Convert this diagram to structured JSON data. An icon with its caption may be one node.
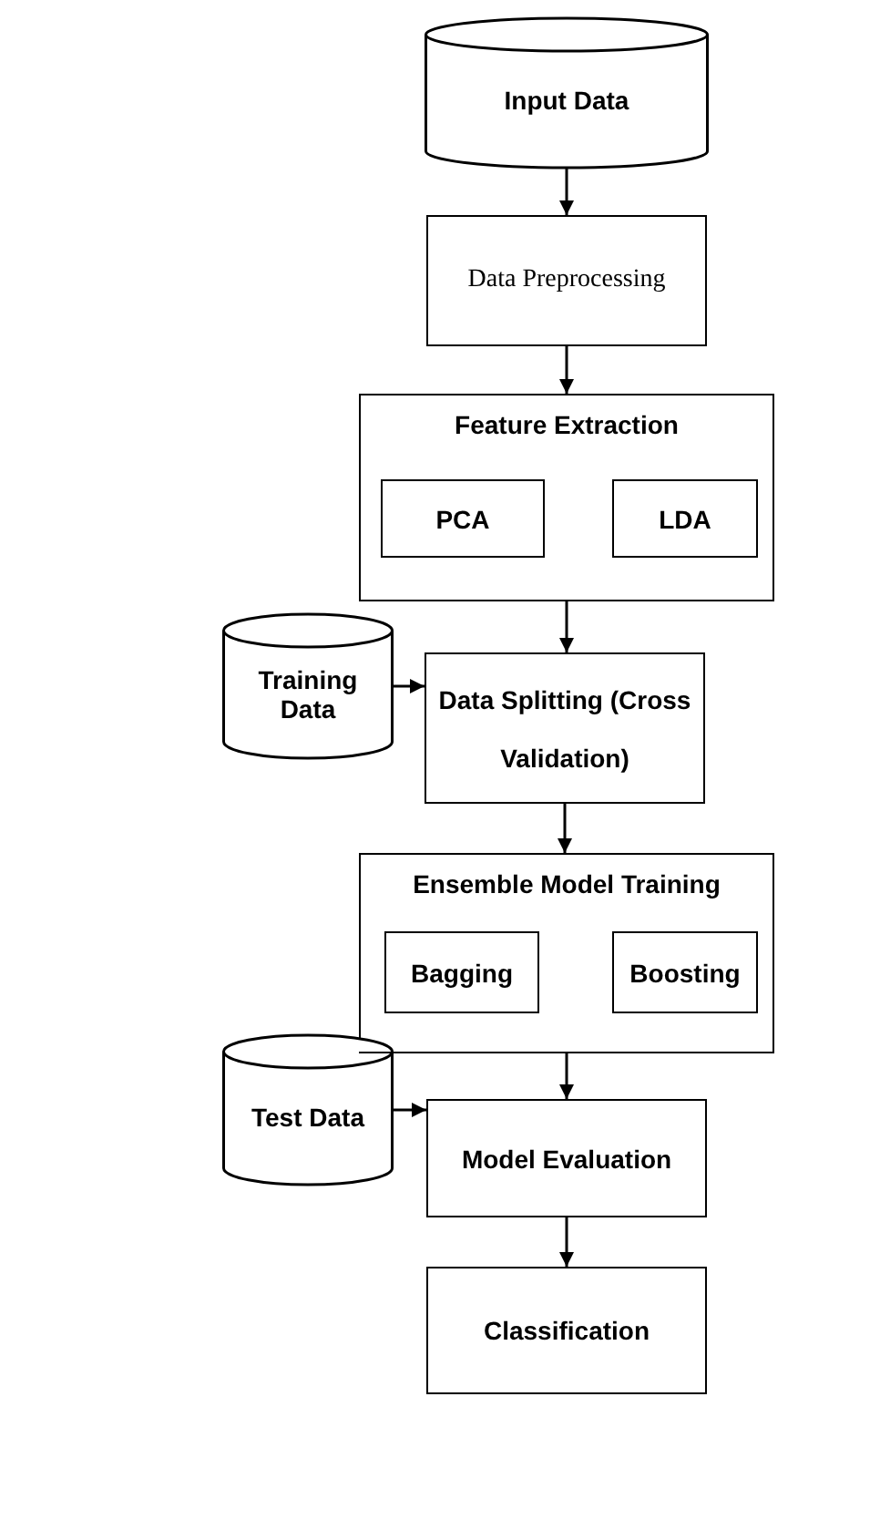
{
  "diagram": {
    "nodes": [
      {
        "text": [
          "Input Data"
        ]
      },
      {
        "text": [
          "Data Preprocessing"
        ]
      },
      {
        "text": [
          "Feature Extraction"
        ]
      },
      {
        "text": [
          "PCA"
        ],
        "in": 2
      },
      {
        "text": [
          "LDA"
        ],
        "in": 2
      },
      {
        "text": [
          "Training Data"
        ]
      },
      {
        "text": [
          "Data Splitting (Cross Validation)"
        ]
      },
      {
        "text": [
          "Ensemble Model Training"
        ]
      },
      {
        "text": [
          "Bagging"
        ],
        "in": 7
      },
      {
        "text": [
          "Boosting"
        ],
        "in": 7
      },
      {
        "text": [
          "Test Data"
        ]
      },
      {
        "text": [
          "Model Evaluation"
        ]
      },
      {
        "text": [
          "Classification"
        ]
      }
    ],
    "edges": [
      {
        "from": 0,
        "to": 1,
        "arrow": "to"
      },
      {
        "from": 1,
        "to": 2,
        "arrow": "to"
      },
      {
        "from": 2,
        "to": 6,
        "arrow": "to"
      },
      {
        "from": 5,
        "to": 6,
        "arrow": "to"
      },
      {
        "from": 6,
        "to": 7,
        "arrow": "to"
      },
      {
        "from": 7,
        "to": 11,
        "arrow": "to"
      },
      {
        "from": 10,
        "to": 11,
        "arrow": "to"
      },
      {
        "from": 11,
        "to": 12,
        "arrow": "to"
      }
    ]
  }
}
